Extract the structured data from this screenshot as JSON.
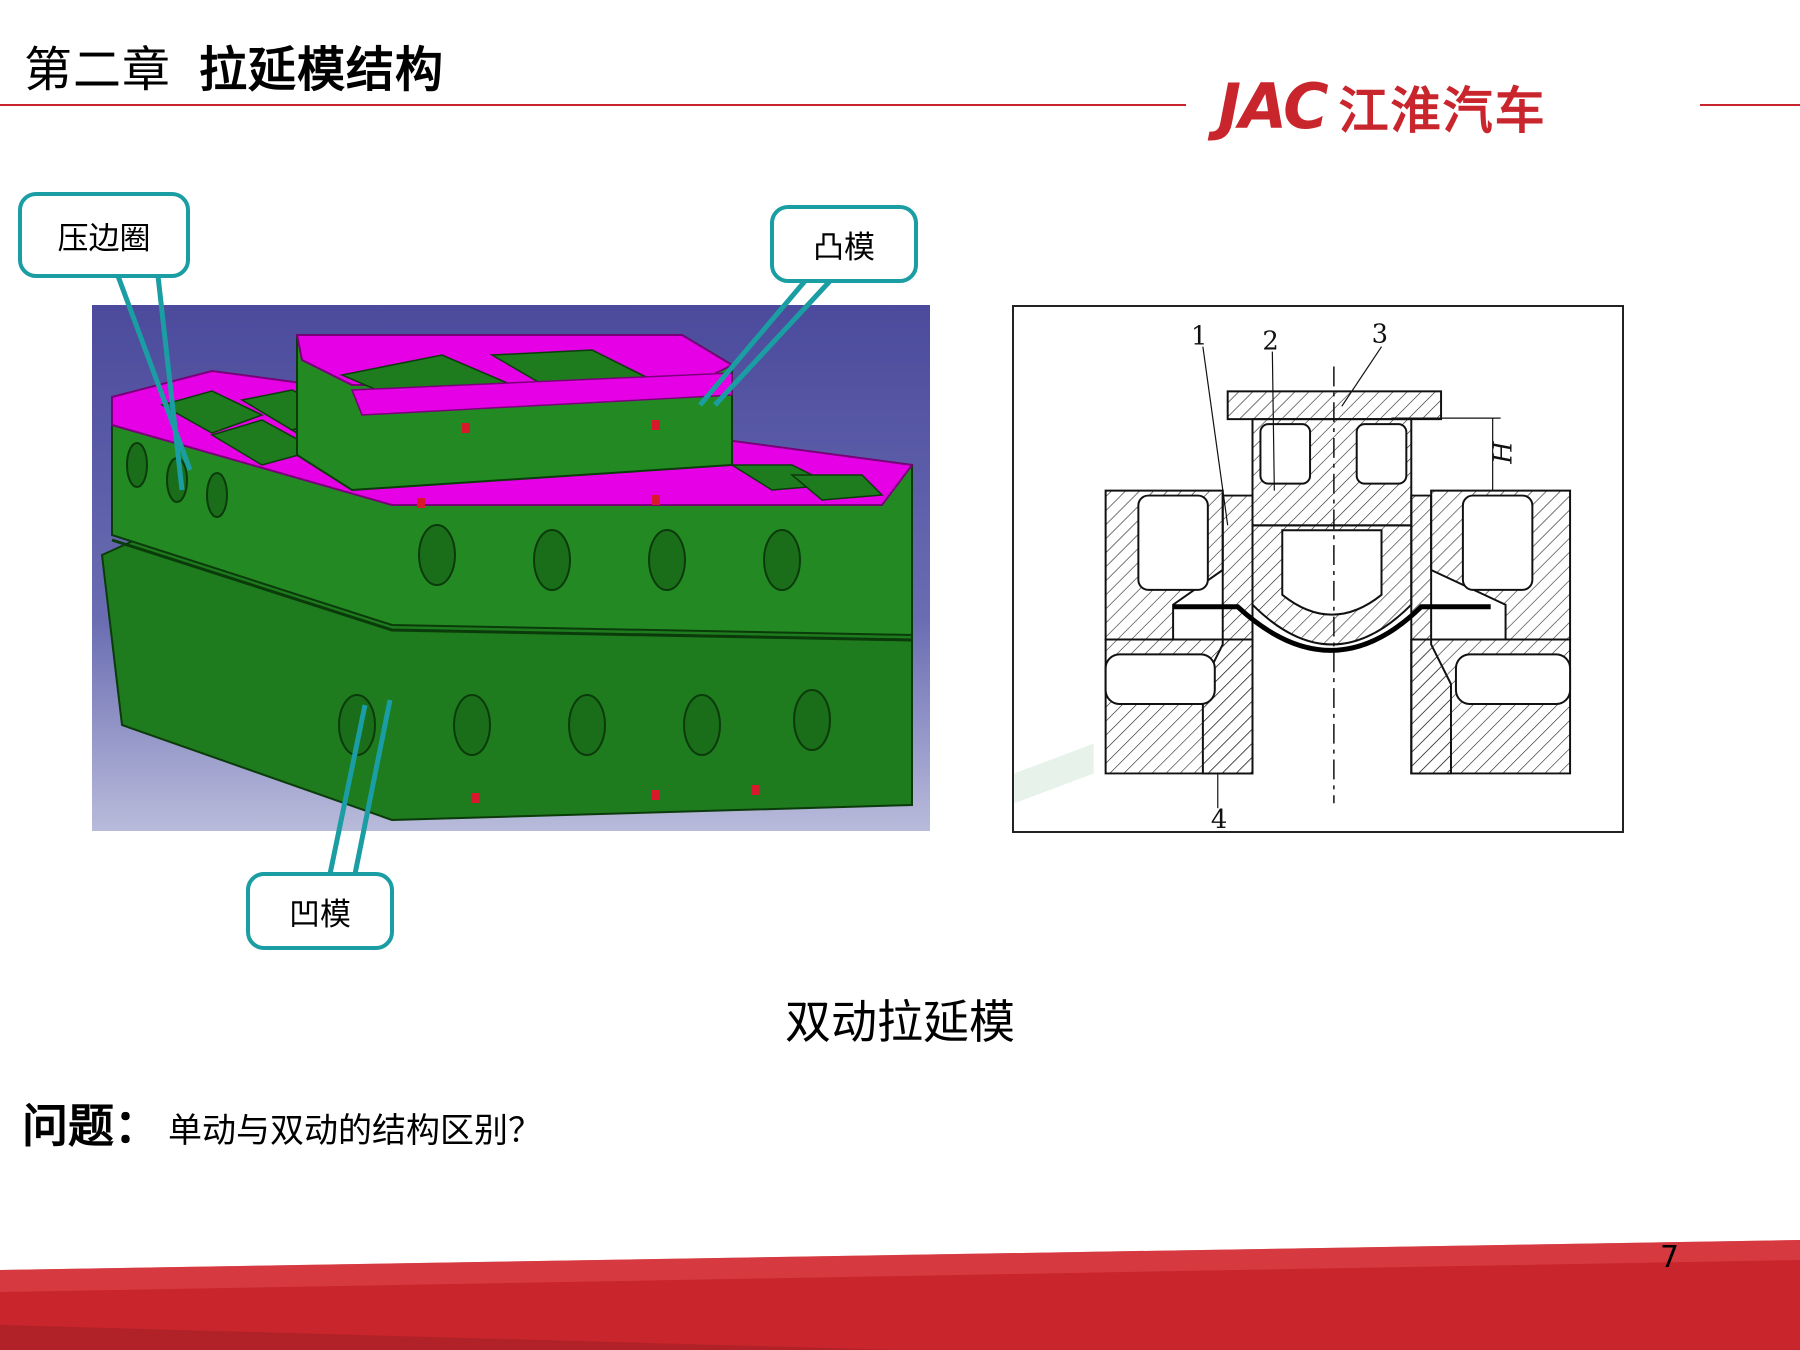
{
  "header": {
    "chapter_number": "第二章",
    "chapter_title": "拉延模结构",
    "logo_mark": "JAC",
    "logo_text": "江淮汽车"
  },
  "callouts": {
    "blank_holder": "压边圈",
    "punch": "凸模",
    "die": "凹模"
  },
  "diagram_labels": [
    "1",
    "2",
    "3",
    "H",
    "4"
  ],
  "caption": "双动拉延模",
  "question": {
    "label": "问题：",
    "text": "单动与双动的结构区别？"
  },
  "page_number": "7",
  "colors": {
    "accent_red": "#c9252c",
    "callout_teal": "#1a9da3",
    "model_green": "#1f7a1f",
    "model_magenta": "#e600e6",
    "background_blue": "#5a5da8"
  }
}
